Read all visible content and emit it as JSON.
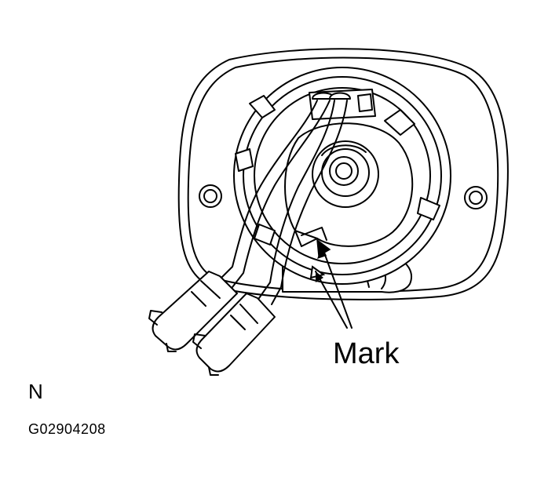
{
  "labels": {
    "mark": "Mark",
    "view": "N",
    "figure_code": "G02904208"
  }
}
